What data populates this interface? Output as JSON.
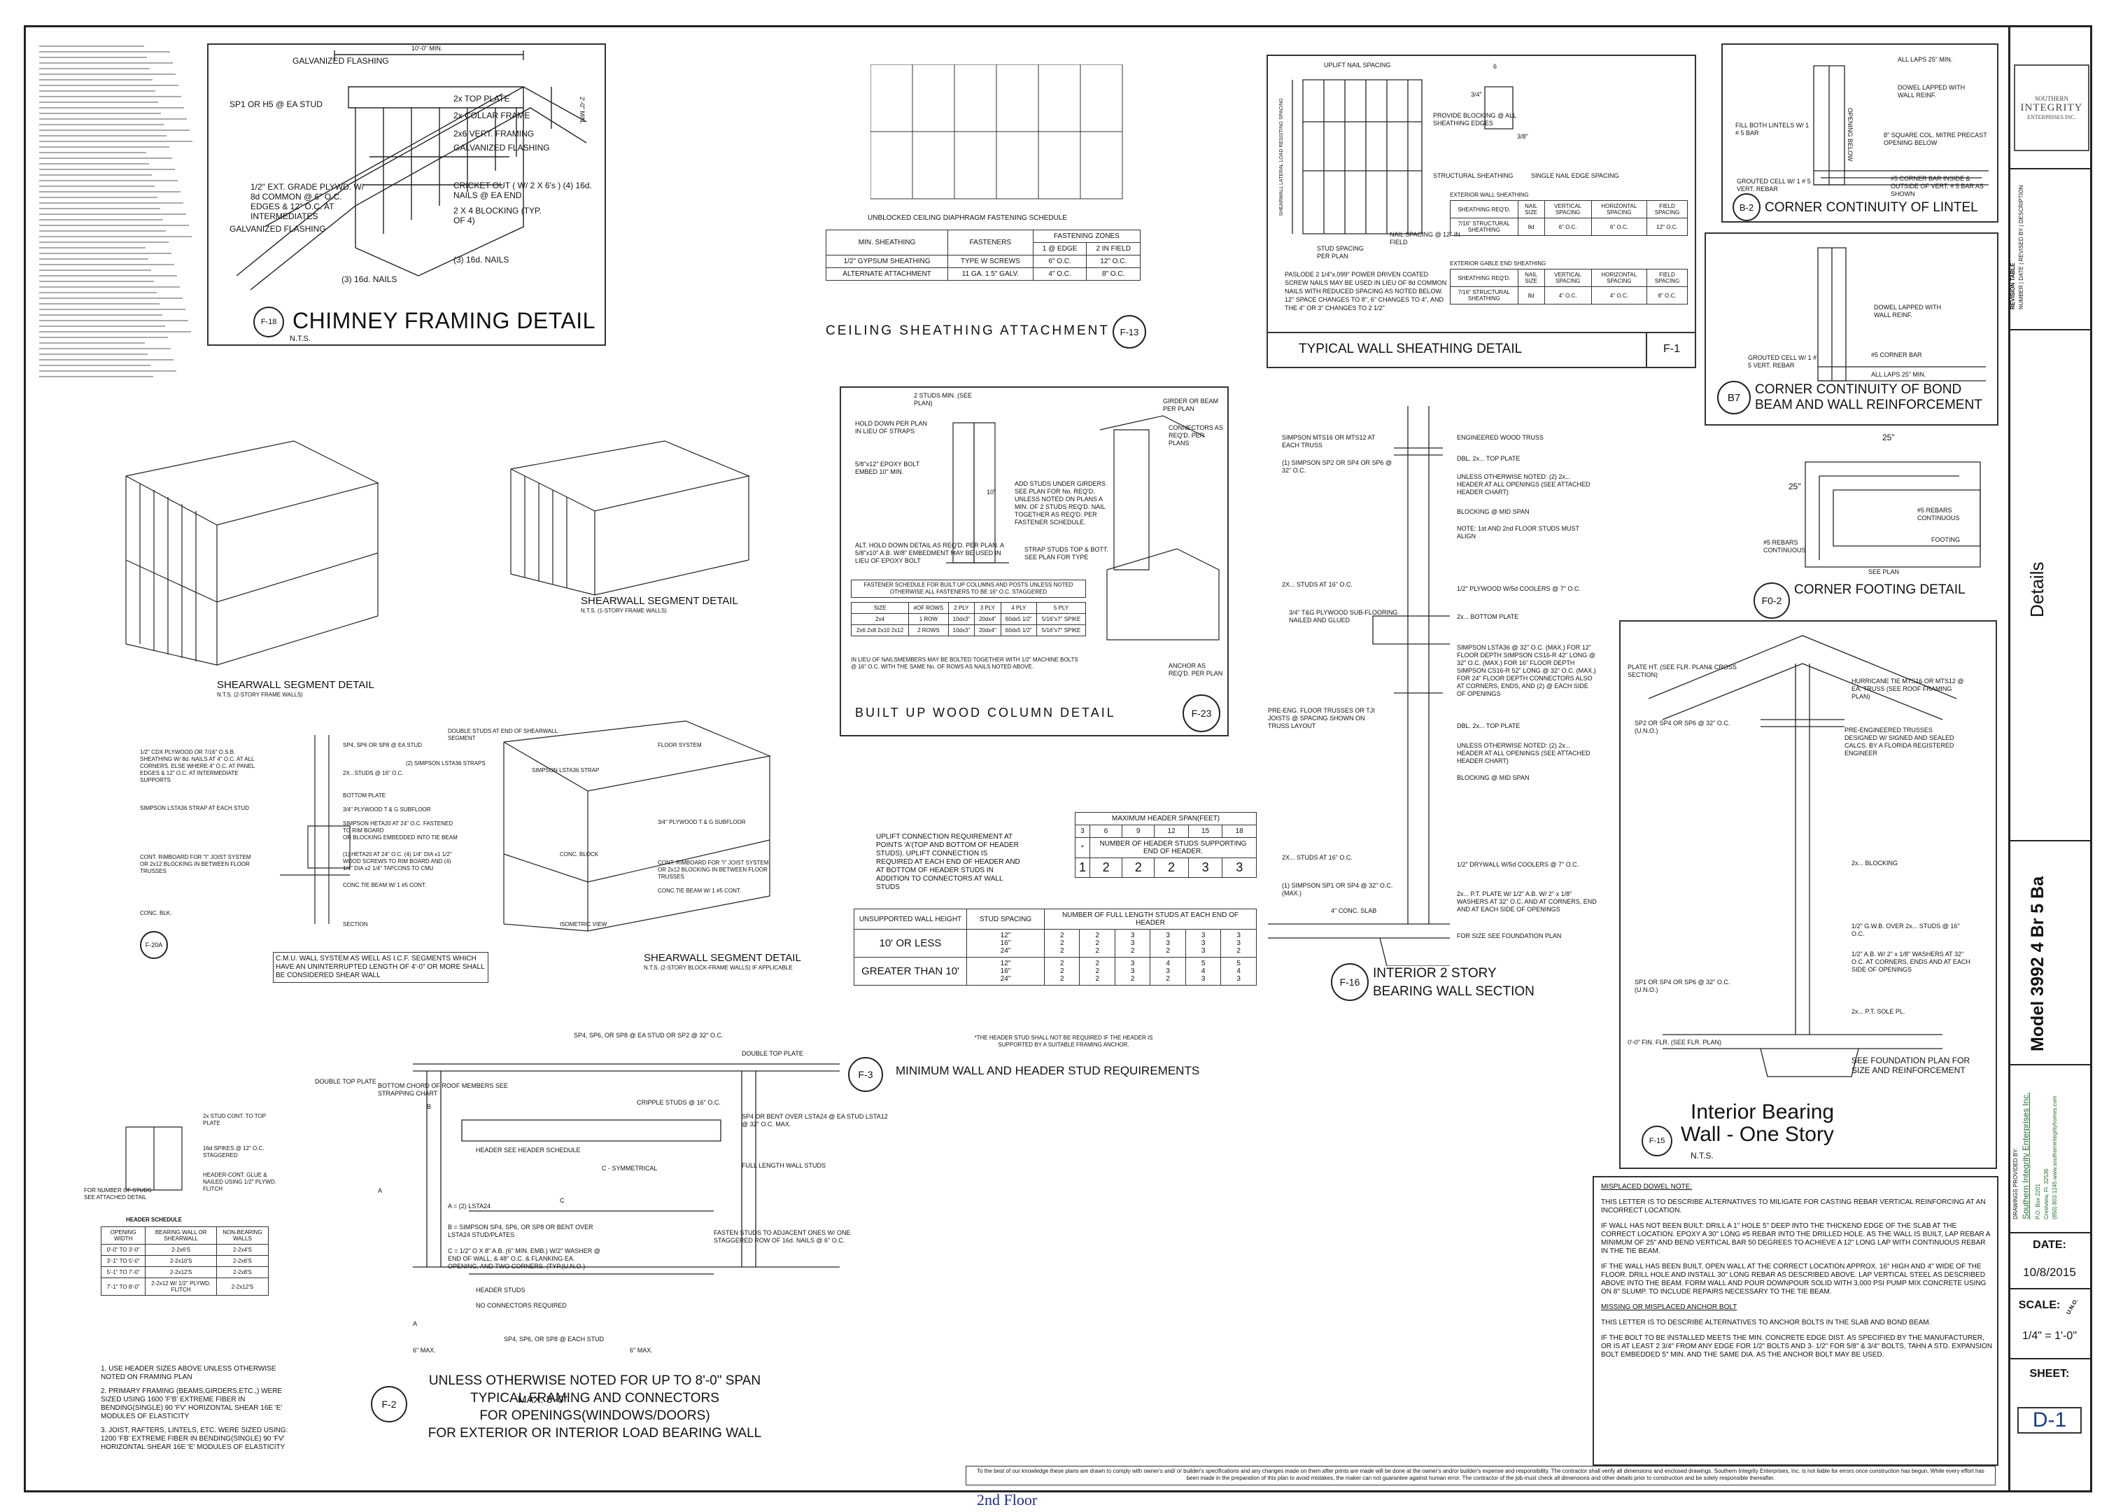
{
  "footer_label": "2nd Floor",
  "general_notes": {
    "heading": "GENERAL SPECIFICATIONS"
  },
  "details": {
    "f18": {
      "title": "CHIMNEY FRAMING DETAIL",
      "scale": "N.T.S.",
      "tag": "F-18",
      "labels": {
        "dim_top": "10'-0\" MIN.",
        "dim_side": "2'-0\" MIN.",
        "flash_top": "GALVANIZED FLASHING",
        "stud": "SP1 OR H5 @ EA STUD",
        "top_plate": "2x TOP PLATE",
        "collar": "2x COLLAR FRAME",
        "vert": "2x6 VERT. FRAMING",
        "flash_mid": "GALVANIZED FLASHING",
        "plywood": "1/2\" EXT. GRADE PLYWD. W/ 8d COMMON @ 6\" O.C. EDGES & 12\" O.C. AT INTERMEDIATES",
        "cricket": "CRICKET OUT ( W/ 2 X 6's ) (4) 16d. NAILS @ EA END",
        "blocking": "2 X 4 BLOCKING (TYP. OF 4)",
        "flash_low": "GALVANIZED FLASHING",
        "nails3": "(3) 16d. NAILS",
        "nails_b": "(3) 16d. NAILS"
      }
    },
    "f13": {
      "title": "CEILING SHEATHING ATTACHMENT",
      "tag": "F-13",
      "table_title": "UNBLOCKED CEILING DIAPHRAGM FASTENING SCHEDULE",
      "head": [
        "MIN. SHEATHING",
        "FASTENERS",
        "FASTENING ZONES",
        "1 @ EDGE",
        "2 IN FIELD"
      ],
      "rows": [
        [
          "1/2\" GYPSUM SHEATHING",
          "TYPE W SCREWS",
          "6\" O.C.",
          "12\" O.C."
        ],
        [
          "ALTERNATE ATTACHMENT",
          "11 GA. 1.5\" GALV.",
          "4\" O.C.",
          "8\" O.C."
        ]
      ]
    },
    "f1": {
      "title": "TYPICAL  WALL SHEATHING DETAIL",
      "tag": "F-1",
      "labels": {
        "uplift": "UPLIFT NAIL SPACING",
        "provide": "PROVIDE BLOCKING @ ALL SHEATHING EDGES",
        "structural": "STRUCTURAL SHEATHING",
        "single": "SINGLE NAIL EDGE SPACING",
        "stud_spacing": "STUD SPACING PER PLAN",
        "nail_spacing": "NAIL SPACING @ 12\" IN FIELD",
        "side": "SHEARWALL LATERAL LOAD RESISTING SPACING",
        "d6": "6",
        "d34": "3/4\"",
        "d38": "3/8\""
      },
      "note": "PASLODE 2 1/4\"x.099\" POWER DRIVEN COATED SCREW NAILS MAY BE USED IN LIEU OF 8d COMMON NAILS WITH REDUCED SPACING AS NOTED BELOW. 12\" SPACE CHANGES TO 8\", 6\" CHANGES TO 4\", AND THE 4\" OR 3\" CHANGES TO 2 1/2\"",
      "t1_title": "EXTERIOR WALL SHEATHING",
      "t2_title": "EXTERIOR GABLE END SHEATHING",
      "th": [
        "SHEATHING REQ'D.",
        "NAIL SIZE",
        "VERTICAL SPACING",
        "HORIZONTAL SPACING",
        "FIELD SPACING"
      ],
      "t1_row": [
        "7/16\" STRUCTURAL SHEATHING",
        "8d",
        "6\" O.C.",
        "6\" O.C.",
        "12\" O.C."
      ],
      "t2_row": [
        "7/16\" STRUCTURAL SHEATHING",
        "8d",
        "4\" O.C.",
        "4\" O.C.",
        "8\" O.C."
      ]
    },
    "b2": {
      "title": "CORNER CONTINUITY OF LINTEL",
      "tag": "B-2",
      "labels": {
        "a": "ALL LAPS 25\" MIN.",
        "b": "OPENING BELOW",
        "c": "DOWEL LAPPED WITH WALL REINF.",
        "d": "FILL BOTH LINTELS W/ 1 # 5 BAR",
        "e": "8\" SQUARE COL. MITRE PRECAST OPENING BELOW",
        "f": "GROUTED CELL W/ 1 # 5 VERT. REBAR",
        "g": "#5 CORNER BAR INSIDE & OUTSIDE OF VERT. # 5 BAR AS SHOWN"
      }
    },
    "b7": {
      "title": "CORNER CONTINUITY OF BOND BEAM AND WALL REINFORCEMENT",
      "tag": "B7",
      "labels": {
        "a": "DOWEL LAPPED WITH WALL REINF.",
        "b": "GROUTED CELL W/ 1 # 5 VERT. REBAR",
        "c": "#5 CORNER BAR",
        "d": "ALL LAPS 25\" MIN."
      }
    },
    "f0": {
      "title": "CORNER FOOTING DETAIL",
      "tag": "F0-2",
      "labels": {
        "a": "25\"",
        "b": "25\"",
        "c": "#5 REBARS CONTINUOUS",
        "d": "#5 REBARS CONTINUOUS",
        "e": "FOOTING",
        "f": "SEE PLAN"
      }
    },
    "sw1": {
      "title": "SHEARWALL SEGMENT DETAIL",
      "sub": "N.T.S.  (2-STORY FRAME WALLS)"
    },
    "sw2": {
      "title": "SHEARWALL SEGMENT DETAIL",
      "sub": "N.T.S.  (1-STORY FRAME WALLS)"
    },
    "sw3": {
      "title": "SHEARWALL SEGMENT DETAIL",
      "sub": "N.T.S.  (2-STORY BLOCK-FRAME WALLS) IF APPLICABLE"
    },
    "f23": {
      "title": "BUILT UP WOOD COLUMN DETAIL",
      "tag": "F-23",
      "labels": {
        "studs": "2 STUDS MIN. (SEE PLAN)",
        "hold": "HOLD DOWN PER PLAN IN LIEU OF STRAPS",
        "epoxy": "5/8\"x12\" EPOXY BOLT EMBED 10\" MIN.",
        "add": "ADD STUDS UNDER GIRDERS SEE PLAN FOR No. REQ'D. UNLESS NOTED ON PLANS A MIN. OF 2 STUDS REQ'D. NAIL TOGETHER AS REQ'D. PER FASTENER SCHEDULE.",
        "strap": "STRAP STUDS TOP & BOTT. SEE PLAN FOR TYPE",
        "alt": "ALT. HOLD DOWN DETAIL AS REQ'D. PER PLAN. A 5/8\"x10\" A.B. W/8\" EMBEDMENT MAY BE USED IN LIEU OF EPOXY BOLT",
        "girder": "GIRDER OR BEAM PER PLAN",
        "conn": "CONNECTORS AS REQ'D. PER PLANS",
        "anchor": "ANCHOR AS REQ'D. PER PLAN",
        "d10": "10\""
      },
      "table_title": "FASTENER SCHEDULE FOR BUILT UP COLUMNS AND POSTS UNLESS NOTED OTHERWISE ALL FASTENERS TO BE 16\" O.C. STAGGERED",
      "head": [
        "SIZE",
        "#OF ROWS",
        "2 PLY",
        "3 PLY",
        "4 PLY",
        "5 PLY"
      ],
      "rows": [
        [
          "2x4",
          "1 ROW",
          "10dx3\"",
          "20dx4\"",
          "60dx5 1/2\"",
          "5/16\"x7\" SPIKE"
        ],
        [
          "2x6 2x8 2x10 2x12",
          "2 ROWS",
          "10dx3\"",
          "20dx4\"",
          "60dx5 1/2\"",
          "5/16\"x7\" SPIKE"
        ]
      ],
      "foot": "IN LIEU OF NAILSMEMBERS MAY BE BOLTED TOGETHER WITH 1/2\" MACHINE BOLTS @ 16\" O.C. WITH THE SAME No. OF ROWS AS NAILS NOTED ABOVE."
    },
    "f16": {
      "title": "INTERIOR 2 STORY BEARING WALL SECTION",
      "tag": "F-16",
      "labels": [
        "SIMPSON MTS16 OR MTS12 AT EACH TRUSS",
        "(1) SIMPSON SP2 OR SP4 OR SP6 @ 32\" O.C.",
        "ENGINEERED WOOD TRUSS",
        "DBL. 2x... TOP PLATE",
        "UNLESS OTHERWISE NOTED: (2) 2x... HEADER AT ALL OPENINGS (SEE ATTACHED HEADER CHART)",
        "BLOCKING @ MID SPAN",
        "NOTE: 1st AND 2nd FLOOR STUDS MUST ALIGN",
        "2X... STUDS AT 16\" O.C.",
        "1/2\" PLYWOOD W/5d COOLERS @ 7\" O.C.",
        "3/4\" T&G PLYWOOD SUB-FLOORING NAILED AND GLUED",
        "2x... BOTTOM PLATE",
        "SIMPSON LSTA36 @ 32\" O.C. (MAX.) FOR 12\" FLOOR DEPTH SIMPSON CS16-R 42\" LONG @ 32\" O.C. (MAX.) FOR 16\" FLOOR DEPTH SIMPSON CS16-R 52\" LONG @ 32\" O.C. (MAX.) FOR 24\" FLOOR DEPTH CONNECTORS ALSO AT CORNERS, ENDS, AND (2) @ EACH SIDE OF OPENINGS",
        "PRE-ENG. FLOOR TRUSSES OR TJI JOISTS @ SPACING SHOWN ON TRUSS LAYOUT",
        "DBL. 2x... TOP PLATE",
        "UNLESS OTHERWISE NOTED: (2) 2x... HEADER AT ALL OPENINGS (SEE ATTACHED HEADER CHART)",
        "BLOCKING @ MID SPAN",
        "2X... STUDS AT 16\" O.C.",
        "1/2\" DRYWALL W/5d COOLERS @ 7\" O.C.",
        "(1) SIMPSON SP1 OR SP4 @ 32\" O.C. (MAX.)",
        "2x... P.T. PLATE W/ 1/2\" A.B. W/ 2\" x 1/8\" WASHERS AT 32\" O.C. AND AT CORNERS, END AND AT EACH SIDE OF OPENINGS",
        "4\" CONC. SLAB",
        "FOR SIZE SEE FOUNDATION PLAN"
      ]
    },
    "f15": {
      "title1": "Interior Bearing",
      "title2": "Wall - One Story",
      "scale": "N.T.S.",
      "tag": "F-15",
      "labels": [
        "PLATE HT. (SEE FLR. PLAN& CROSS SECTION)",
        "HURRICANE TIE MTS16 OR MTS12 @ EA. TRUSS (SEE ROOF FRAMING PLAN)",
        "SP2 OR SP4 OR SP6 @ 32\" O.C. (U.N.O.)",
        "PRE-ENGINEERED TRUSSES DESIGNED W/ SIGNED AND SEALED CALCS. BY A FLORIDA REGISTERED ENGINEER",
        "2x... BLOCKING",
        "1/2\" G.W.B. OVER 2x... STUDS @ 16\" O.C.",
        "1/2\" A.B. W/ 2\" x 1/8\" WASHERS AT 32\" O.C. AT CORNERS, ENDS AND AT EACH SIDE OF OPENINGS",
        "SP1 OR SP4 OR SP6 @ 32\" O.C. (U.N.O.)",
        "2x... P.T. SOLE PL.",
        "0'-0\" FIN. FLR. (SEE FLR. PLAN)",
        "SEE FOUNDATION PLAN FOR SIZE AND REINFORCEMENT"
      ]
    },
    "f20a": {
      "tag": "F-20A",
      "labels": [
        "1/2\" CDX PLYWOOD OR 7/16\" O.S.B. SHEATHING W/ 8d. NAILS AT 4\" O.C. AT ALL CORNERS. ELSE WHERE 4\" O.C. AT PANEL EDGES & 12\" O.C. AT INTERMEDIATE SUPPORTS",
        "SP4, SP6 OR SP8 @ EA STUD",
        "2X...STUDS @ 16\" O.C.",
        "BOTTOM PLATE",
        "3/4\" PLYWOOD T & G SUBFLOOR",
        "SIMPSON LSTA36 STRAP AT EACH STUD",
        "SIMPSON HETA20 AT 24\" O.C. FASTENED TO RIM BOARD",
        "CONT. RIMBOARD FOR \"I\" JOIST SYSTEM OR 2x12 BLOCKING IN BETWEEN FLOOR TRUSSES",
        "OR BLOCKING EMBEDDED INTO TIE BEAM",
        "(1) HETA20 AT 24\" O.C. (4) 1/4\" DIA x1 1/2\" WOOD SCREWS TO RIM BOARD AND (4) 1/4\" DIA x2 1/4\" TAPCONS TO CMU",
        "CONC.TIE BEAM W/ 1 #5 CONT.",
        "SECTION",
        "CONC. BLK.",
        "DOUBLE STUDS AT END OF SHEARWALL SEGMENT",
        "(2) SIMPSON LSTA36 STRAPS",
        "FLOOR SYSTEM",
        "SIMPSON LSTA36 STRAP",
        "3/4\" PLYWOOD T & G SUBFLOOR",
        "CONT. RIMBOARD FOR \"I\" JOIST SYSTEM OR 2x12 BLOCKING IN BETWEEN FLOOR TRUSSES",
        "CONC.TIE BEAM W/ 1 #5 CONT.",
        "ISOMETRIC VIEW",
        "CONC. BLOCK"
      ],
      "note": "C.M.U. WALL SYSTEM AS WELL AS I.C.F. SEGMENTS WHICH HAVE AN UNINTERRUPTED LENGTH OF 4'-0\" OR MORE SHALL BE CONSIDERED SHEAR WALL"
    },
    "f3": {
      "title": "MINIMUM WALL AND HEADER STUD REQUIREMENTS",
      "tag": "F-3",
      "note": "UPLIFT CONNECTION REQUIREMENT AT POINTS 'A'(TOP AND BOTTOM OF HEADER STUDS). UPLIFT CONNECTION IS REQUIRED AT EACH END OF HEADER AND AT BOTTOM OF HEADER STUDS IN ADDITION TO CONNECTORS AT WALL STUDS",
      "span_title": "MAXIMUM HEADER SPAN(FEET)",
      "spans": [
        "3",
        "6",
        "9",
        "12",
        "15",
        "18"
      ],
      "star": "*",
      "hs_title": "NUMBER OF HEADER STUDS SUPPORTING END OF HEADER.",
      "hs": [
        "1",
        "2",
        "2",
        "2",
        "3",
        "3"
      ],
      "col1": "UNSUPPORTED WALL HEIGHT",
      "col2": "STUD SPACING",
      "fl_title": "NUMBER OF FULL LENGTH STUDS AT EACH END OF HEADER",
      "rows": [
        {
          "h": "10' OR LESS",
          "sp": [
            "12\"",
            "16\"",
            "24\""
          ],
          "v": [
            [
              "2",
              "2",
              "3",
              "3",
              "3",
              "3"
            ],
            [
              "2",
              "2",
              "3",
              "3",
              "3",
              "3"
            ],
            [
              "2",
              "2",
              "2",
              "2",
              "3",
              "2"
            ]
          ]
        },
        {
          "h": "GREATER THAN 10'",
          "sp": [
            "12\"",
            "16\"",
            "24\""
          ],
          "v": [
            [
              "2",
              "2",
              "3",
              "4",
              "5",
              "5"
            ],
            [
              "2",
              "2",
              "3",
              "3",
              "4",
              "4"
            ],
            [
              "2",
              "2",
              "2",
              "2",
              "3",
              "3"
            ]
          ]
        }
      ],
      "foot": "*THE HEADER STUD SHALL NOT BE REQUIRED IF THE HEADER IS SUPPORTED BY A SUITABLE FRAMING ANCHOR."
    },
    "f2": {
      "tag": "F-2",
      "title_lines": [
        "UNLESS OTHERWISE NOTED FOR UP TO 8'-0\" SPAN",
        "TYPICAL FRAMING AND CONNECTORS",
        "FOR OPENINGS(WINDOWS/DOORS)",
        "FOR EXTERIOR OR INTERIOR LOAD BEARING WALL"
      ],
      "labels": [
        "SP4, SP6, OR SP8 @ EA STUD OR SP2 @ 32\" O.C.",
        "DOUBLE TOP PLATE",
        "BOTTOM CHORD OF ROOF MEMBERS SEE STRAPPING CHART",
        "DOUBLE TOP PLATE",
        "CRIPPLE STUDS @ 16\" O.C.",
        "SP4 OR BENT OVER LSTA24 @ EA STUD LSTA12 @ 32\" O.C. MAX.",
        "HEADER SEE HEADER SCHEDULE",
        "C - SYMMETRICAL",
        "FULL LENGTH WALL STUDS",
        "A = (2) LSTA24",
        "B = SIMPSON SP4, SP6, OR SP8 OR BENT OVER LSTA24 STUD/PLATES",
        "C = 1/2\" O X 8\" A.B. (6\" MIN. EMB.) W/2\" WASHER @ END OF WALL, & 48\" O.C. & FLANKING EA. OPENING, AND TWO CORNERS. (TYP.(U.N.O.)",
        "HEADER STUDS",
        "NO CONNECTORS REQUIRED",
        "FASTEN STUDS TO ADJACENT ONES W/ ONE STAGGERED ROW OF 16d. NAILS @ 6\" O.C.",
        "SP4, SP6, OR SP8 @ EACH STUD",
        "6\" MAX.",
        "6\" MAX.",
        "MAX. 8'-0\"",
        "B",
        "A",
        "C",
        "A"
      ],
      "header_labels": [
        "2x STUD CONT. TO TOP PLATE",
        "16d SPIKES @ 12\" O.C. STAGGERED",
        "FOR NUMBER OF STUDS SEE ATTACHED DETAIL",
        "HEADER-CONT. GLUE & NAILED USING 1/2\" PLYWD. FLITCH"
      ],
      "hs_title": "HEADER SCHEDULE",
      "hs_head": [
        "OPENING WIDTH",
        "BEARING WALL OR SHEARWALL",
        "NON-BEARING WALLS"
      ],
      "hs_rows": [
        [
          "0'-0\" TO 3'-0\"",
          "2-2x6'S",
          "2-2x4'S"
        ],
        [
          "3'-1\" TO 5'-0\"",
          "2-2x10'S",
          "2-2x6'S"
        ],
        [
          "5'-1\" TO 7'-0\"",
          "2-2x12'S",
          "2-2x8'S"
        ],
        [
          "7'-1\" TO 8'-0\"",
          "2-2x12 W/ 1/2\" PLYWD. FLITCH",
          "2-2x12'S"
        ]
      ],
      "notes": [
        "1.  USE HEADER SIZES ABOVE UNLESS OTHERWISE NOTED ON FRAMING PLAN",
        "2.  PRIMARY FRAMING (BEAMS,GIRDERS,ETC.,) WERE SIZED USING 1600 'F'B' EXTREME FIBER IN BENDING(SINGLE) 90 'FV' HORIZONTAL SHEAR 16E 'E' MODULES OF ELASTICITY",
        "3.  JOIST, RAFTERS, LINTELS, ETC. WERE SIZED USING: 1200 'FB' EXTREME FIBER IN BENDING(SINGLE) 90 'FV' HORIZONTAL SHEAR 16E 'E' MODULES OF ELASTICITY"
      ]
    },
    "dowel": {
      "title": "MISPLACED DOWEL NOTE:",
      "paras": [
        "THIS LETTER IS TO DESCRIBE ALTERNATIVES TO MILIGATE FOR CASTING REBAR VERTICAL REINFORCING AT AN INCORRECT LOCATION.",
        "IF WALL HAS NOT BEEN BUILT: DRILL A 1\" HOLE 5\" DEEP INTO THE THICKEND EDGE OF THE SLAB AT THE CORRECT LOCATION. EPOXY A 30\" LONG #5 REBAR INTO THE DRILLED HOLE. AS THE WALL IS BUILT, LAP REBAR A MINIMUM OF 25\" AND BEND VERTICAL BAR 50 DEGREES TO ACHIEVE A 12\" LONG LAP WITH CONTINUOUS REBAR IN THE TIE BEAM.",
        "IF THE WALL HAS BEEN BUILT, OPEN WALL AT THE CORRECT LOCATION APPROX. 16\" HIGH AND 4\" WIDE OF THE FLOOR. DRILL HOLE AND INSTALL 30\" LONG REBAR AS DESCRIBED ABOVE. LAP VERTICAL STEEL AS DESCRIBED ABOVE INTO THE BEAM. FORM WALL AND POUR DOWNPOUR SOLID WITH 3,000 PSI PUMP MIX CONCRETE USING ON 8\" SLUMP. TO INCLUDE REPAIRS NECESSARY TO THE TIE BEAM."
      ],
      "title2": "MISSING OR MISPLACED ANCHOR BOLT",
      "paras2": [
        "THIS LETTER IS TO DESCRIBE ALTERNATIVES TO ANCHOR BOLTS IN THE SLAB AND BOND BEAM.",
        "IF THE BOLT TO BE INSTALLED MEETS THE MIN. CONCRETE EDGE DIST. AS SPECIFIED BY THE MANUFACTURER, OR IS AT LEAST 2 3/4\" FROM ANY EDGE FOR 1/2\" BOLTS AND 3- 1/2\" FOR 5/8\" & 3/4\" BOLTS, TAHN A STD. EXPANSION BOLT EMBEDDED 5\" MIN. AND THE SAME DIA. AS THE ANCHOR BOLT MAY BE USED."
      ]
    },
    "disclaimer": "To the best of our knowledge these plans are drawn to comply with owner's and/ or builder's specifications and any changes made on them after prints are made will be done at the owner's and/or builder's expense and responsibility. The contractor shall verify all dimensions and enclosed drawings. Southern Integrity Enterprises, Inc. is not liable for errors once construction has begun. While every effort has been made in the preparation of this plan to avoid mistakes, the maker can not guarantee against human error. The contractor of the job must check all dimensions and other details prior to construction and be solely responsible thereafter."
  },
  "title_block": {
    "logo_lines": [
      "SOUTHERN",
      "INTEGRITY",
      "ENTERPRISES INC."
    ],
    "revision_title": "REVISION TABLE",
    "revision_head": [
      "NUMBER",
      "DATE",
      "REVISED BY",
      "DESCRIPTION"
    ],
    "sheet_title": "Details",
    "model": "Model 3992 4 Br 5 Ba",
    "drawings_by": "DRAWINGS PROVIDED BY:",
    "company": "Southern Integrity Enterprises Inc.",
    "addr1": "P.O. Box 2201",
    "addr2": "Crestview, Fl. 32536",
    "contact": "(850) 803-1245  www.southernintegrityhomes.com",
    "date_label": "DATE:",
    "date": "10/8/2015",
    "scale_label": "SCALE:",
    "scale_note": "U.N.O.",
    "scale": "1/4\" = 1'-0\"",
    "sheet_label": "SHEET:",
    "sheet": "D-1"
  }
}
